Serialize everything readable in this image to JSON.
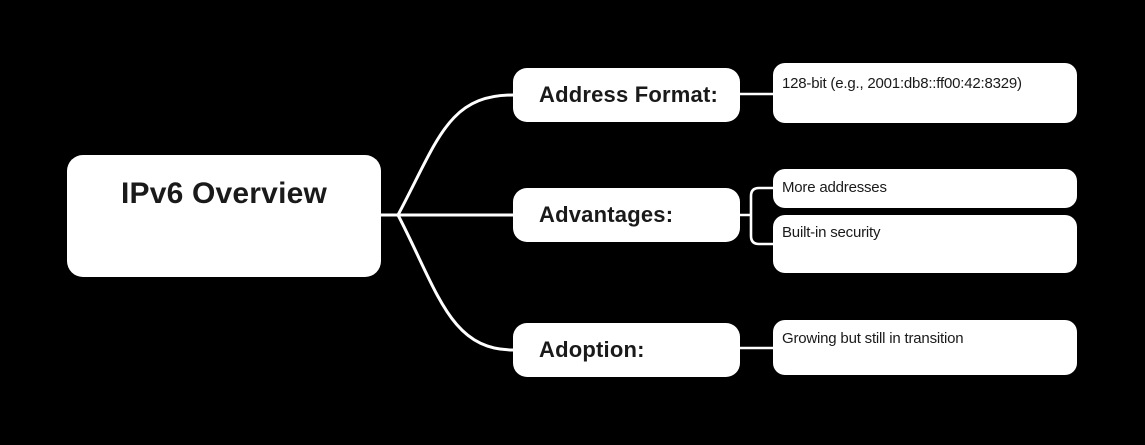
{
  "colors": {
    "background": "#000000",
    "node_background": "#ffffff",
    "node_text": "#1a1a1a",
    "connector": "#ffffff"
  },
  "root": {
    "label": "IPv6 Overview"
  },
  "branches": [
    {
      "label": "Address Format:",
      "children": [
        {
          "label": "128-bit (e.g., 2001:db8::ff00:42:8329)"
        }
      ]
    },
    {
      "label": "Advantages:",
      "children": [
        {
          "label": "More addresses"
        },
        {
          "label": "Built-in security"
        }
      ]
    },
    {
      "label": "Adoption:",
      "children": [
        {
          "label": "Growing but still in transition"
        }
      ]
    }
  ]
}
